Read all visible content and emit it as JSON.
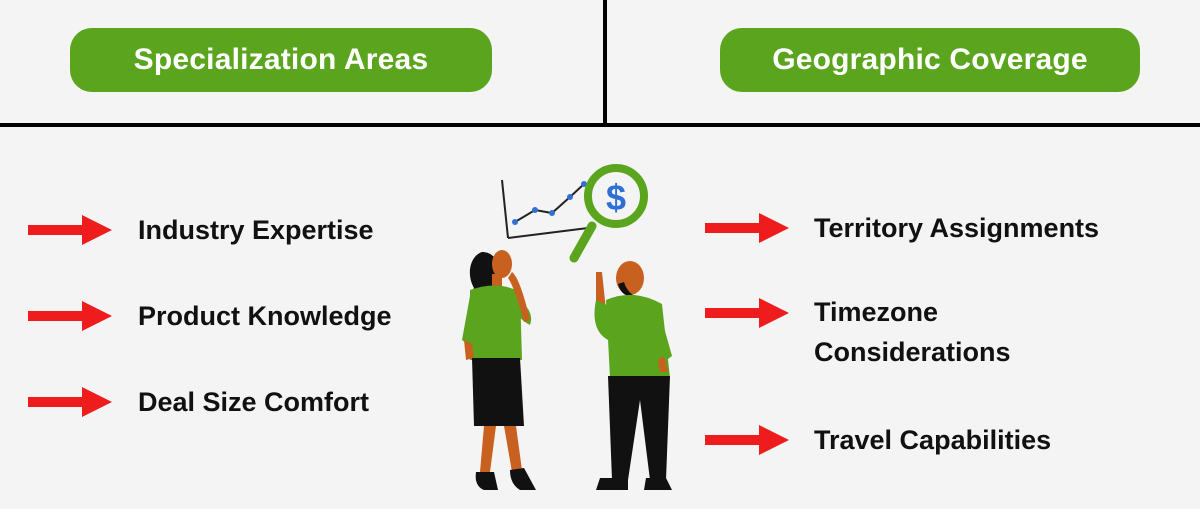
{
  "headers": {
    "left": "Specialization Areas",
    "right": "Geographic Coverage"
  },
  "left_items": [
    {
      "label": "Industry Expertise"
    },
    {
      "label": "Product Knowledge"
    },
    {
      "label": "Deal Size Comfort"
    }
  ],
  "right_items": [
    {
      "label": "Territory Assignments"
    },
    {
      "label": "Timezone Considerations",
      "line1": "Timezone",
      "line2": "Considerations"
    },
    {
      "label": "Travel Capabilities"
    }
  ],
  "illustration": {
    "currency_symbol": "$"
  },
  "colors": {
    "accent_green": "#5aa51d",
    "arrow_red": "#ee1c1c",
    "text": "#111111",
    "background": "#f4f4f4",
    "chart_blue": "#2f6fd6",
    "skin": "#c8611f"
  }
}
